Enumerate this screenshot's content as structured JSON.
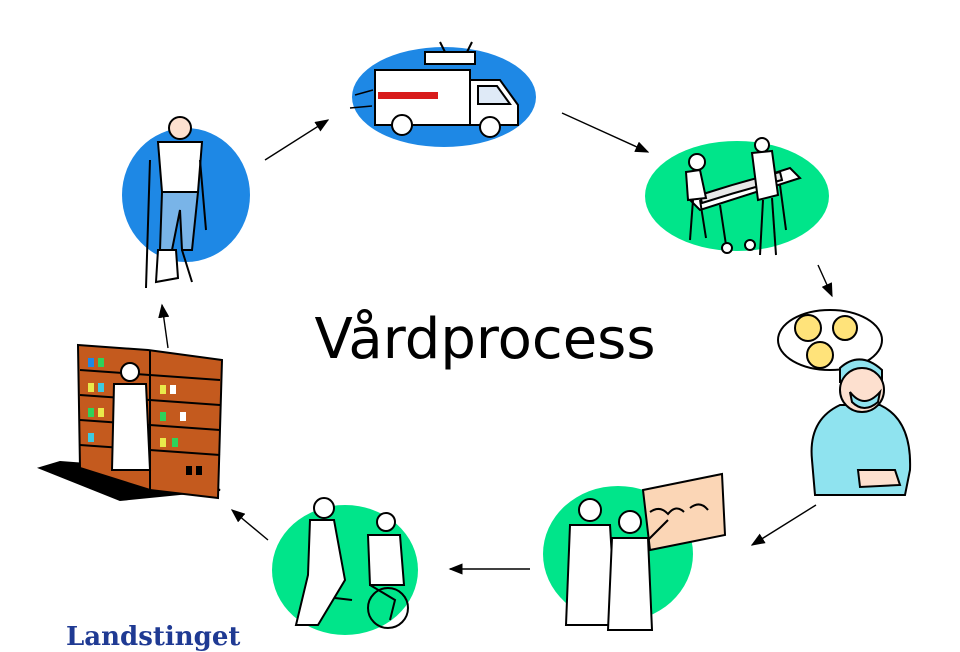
{
  "title": "Vårdprocess",
  "logo": {
    "text": "Landstinget",
    "name": "county-council-logo"
  },
  "steps": [
    {
      "name": "ambulance",
      "icon": "ambulance-icon"
    },
    {
      "name": "stretcher-transport",
      "icon": "stretcher-icon"
    },
    {
      "name": "surgery",
      "icon": "surgeon-icon"
    },
    {
      "name": "diagnosis-review",
      "icon": "doctors-chart-icon"
    },
    {
      "name": "wheelchair-care",
      "icon": "wheelchair-icon"
    },
    {
      "name": "pharmacy",
      "icon": "pharmacy-shelf-icon"
    },
    {
      "name": "rehabilitation",
      "icon": "crutches-patient-icon"
    }
  ],
  "colors": {
    "blue": "#1e88e5",
    "green": "#00e58a",
    "navy": "#1f3a93"
  }
}
